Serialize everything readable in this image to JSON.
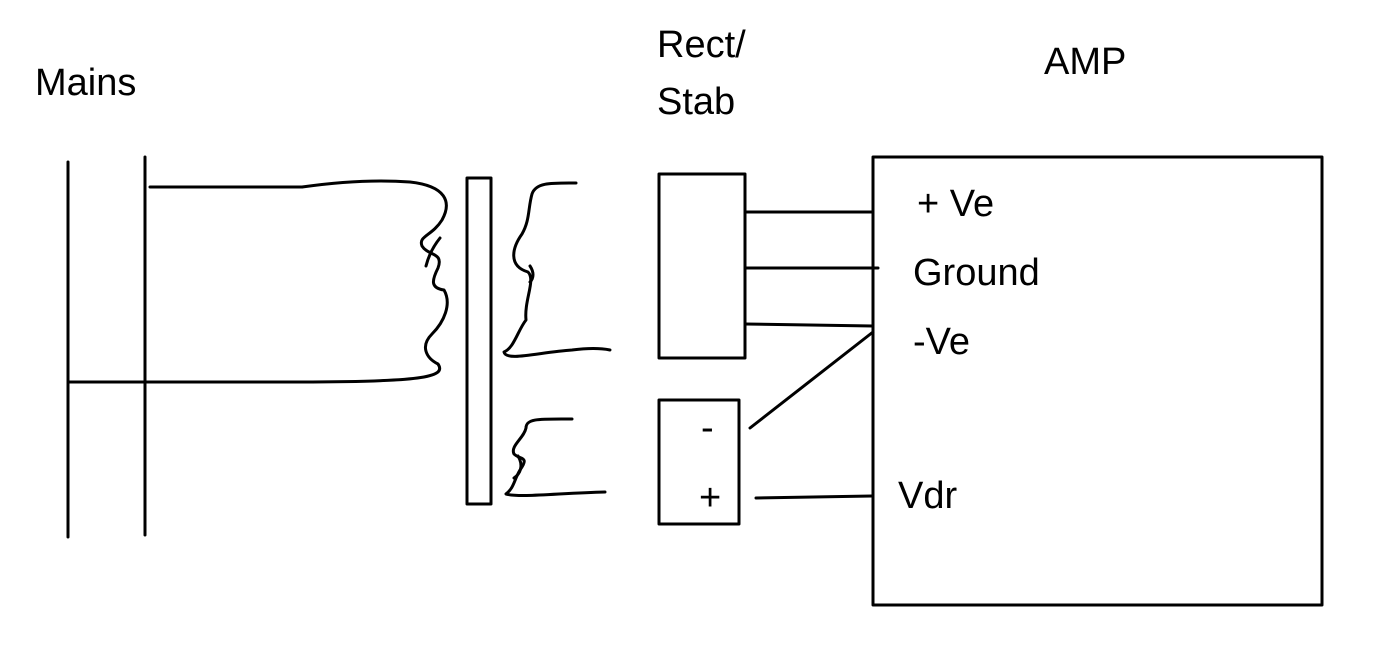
{
  "labels": {
    "mains": "Mains",
    "rect_stab_line1": "Rect/",
    "rect_stab_line2": "Stab",
    "amp": "AMP",
    "pos_ve": "+ Ve",
    "ground": "Ground",
    "neg_ve": "-Ve",
    "vdr": "Vdr",
    "minus_sign": "-",
    "plus_sign": "+"
  },
  "colors": {
    "ink": "#000000",
    "background": "#ffffff"
  }
}
